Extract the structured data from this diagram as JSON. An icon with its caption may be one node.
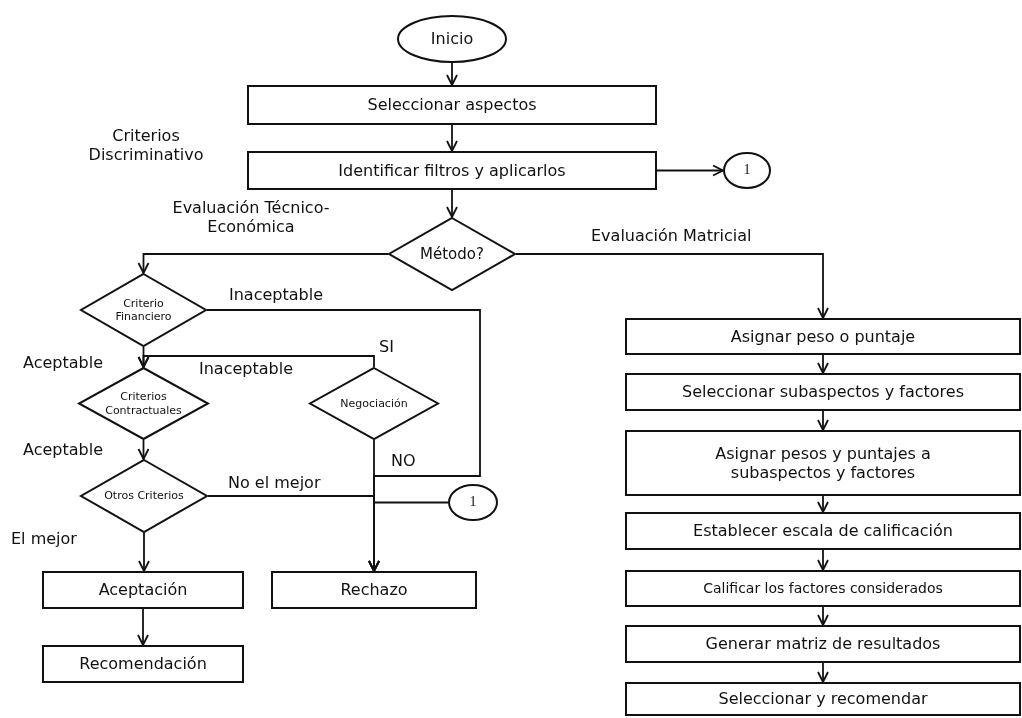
{
  "diagram": {
    "nodes": [
      {
        "text": [
          "Inicio"
        ]
      },
      {
        "text": [
          "Seleccionar aspectos"
        ]
      },
      {
        "text": [
          "Identificar filtros y aplicarlos"
        ]
      },
      {
        "text": [
          "1"
        ]
      },
      {
        "text": [
          "Método?"
        ]
      },
      {
        "text": [
          "Criterio Financiero"
        ]
      },
      {
        "text": [
          "Criterios Contractuales"
        ]
      },
      {
        "text": [
          "Negociación"
        ]
      },
      {
        "text": [
          "Otros Criterios"
        ]
      },
      {
        "text": [
          "1"
        ]
      },
      {
        "text": [
          "Aceptación"
        ]
      },
      {
        "text": [
          "Recomendación"
        ]
      },
      {
        "text": [
          "Rechazo"
        ]
      },
      {
        "text": [
          "Asignar peso o puntaje"
        ]
      },
      {
        "text": [
          "Seleccionar subaspectos y factores"
        ]
      },
      {
        "text": [
          "Asignar pesos y puntajes a subaspectos y factores"
        ]
      },
      {
        "text": [
          "Establecer escala de calificación"
        ]
      },
      {
        "text": [
          "Calificar los factores considerados"
        ]
      },
      {
        "text": [
          "Generar matriz de resultados"
        ]
      },
      {
        "text": [
          "Seleccionar y recomendar"
        ]
      }
    ],
    "edges": [
      {
        "from": 0,
        "to": 1,
        "arrow": "to"
      },
      {
        "from": 1,
        "to": 2,
        "arrow": "to"
      },
      {
        "from": 2,
        "to": 3,
        "arrow": "to"
      },
      {
        "from": 2,
        "to": 4,
        "arrow": "to"
      },
      {
        "from": 4,
        "to": 5,
        "arrow": "to",
        "label": "Evaluación Técnico-Económica"
      },
      {
        "from": 4,
        "to": 13,
        "arrow": "to",
        "label": "Evaluación Matricial"
      },
      {
        "from": 5,
        "to": 6,
        "arrow": "to",
        "label": "Aceptable"
      },
      {
        "from": 5,
        "to": 12,
        "arrow": "to",
        "label": "Inaceptable"
      },
      {
        "from": 7,
        "to": 6,
        "arrow": "to",
        "label": "SI"
      },
      {
        "from": 6,
        "to": 8,
        "arrow": "to",
        "label": "Aceptable"
      },
      {
        "from": 7,
        "to": 12,
        "arrow": "to",
        "label": "NO"
      },
      {
        "from": 8,
        "to": 12,
        "arrow": "to",
        "label": "No el mejor"
      },
      {
        "from": 9,
        "to": 12,
        "arrow": "to"
      },
      {
        "from": 8,
        "to": 10,
        "arrow": "to",
        "label": "El mejor"
      },
      {
        "from": 10,
        "to": 11,
        "arrow": "to"
      },
      {
        "from": 13,
        "to": 14,
        "arrow": "to"
      },
      {
        "from": 14,
        "to": 15,
        "arrow": "to"
      },
      {
        "from": 15,
        "to": 16,
        "arrow": "to"
      },
      {
        "from": 16,
        "to": 17,
        "arrow": "to"
      },
      {
        "from": 17,
        "to": 18,
        "arrow": "to"
      },
      {
        "from": 18,
        "to": 19,
        "arrow": "to"
      }
    ],
    "labels": [
      "Criterios Discriminativo",
      "Inaceptable"
    ]
  }
}
